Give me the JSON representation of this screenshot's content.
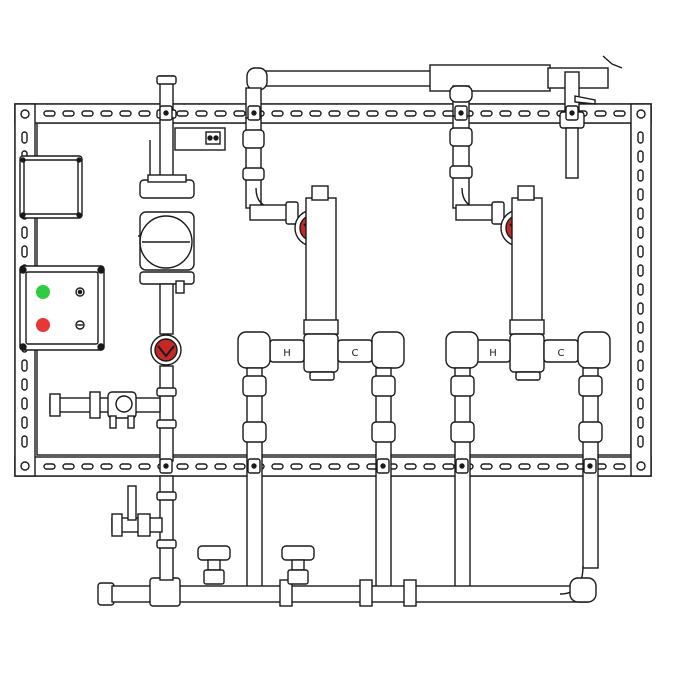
{
  "diagram": {
    "type": "mixing-valve-station-schematic",
    "background": "#ffffff",
    "line_color": "#1a1a1a",
    "pipe_fill": "#ffffff",
    "accents": {
      "lamp_on": "#2ecc40",
      "lamp_off": "#e53935",
      "gauge_red": "#c62828"
    },
    "valve_marks": {
      "hot": "H",
      "cold": "C"
    },
    "components": {
      "mounting_frame": "strut-frame",
      "junction_box": "junction-box",
      "control_panel": {
        "indicators": [
          "green-lamp",
          "red-lamp"
        ]
      },
      "circulator_pump": "pump",
      "mixing_valves": [
        "mixing-valve-1",
        "mixing-valve-2"
      ],
      "thermometers": [
        "thermometer-pump",
        "thermometer-valve-1",
        "thermometer-valve-2"
      ],
      "ball_valves": "multiple",
      "bottom_manifold": "manifold-header",
      "handwheel_valves": [
        "handwheel-valve-1",
        "handwheel-valve-2"
      ]
    }
  }
}
